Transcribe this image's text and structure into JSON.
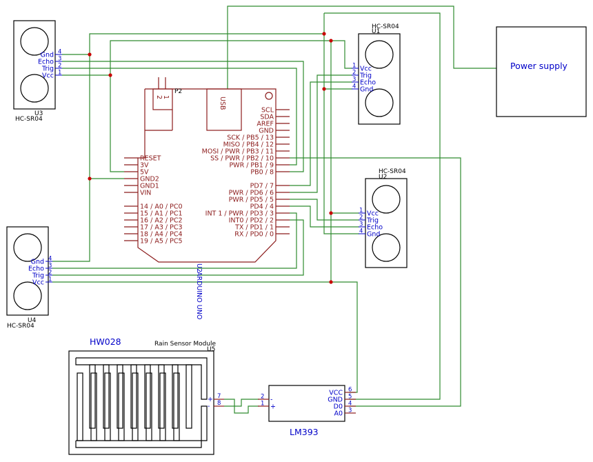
{
  "arduino": {
    "left_pins": [
      "RESET",
      "3V",
      "5V",
      "GND2",
      "GND1",
      "VIN",
      "14 / A0 / PC0",
      "15 / A1 / PC1",
      "16 / A2 / PC2",
      "17 / A3 / PC3",
      "18 / A4 / PC4",
      "19 / A5 / PC5"
    ],
    "right_pins": [
      "SCL",
      "SDA",
      "AREF",
      "GND",
      "SCK / PB5 / 13",
      "MISO / PB4 / 12",
      "MOSI / PWR / PB3 / 11",
      "SS / PWR / PB2 / 10",
      "PWR / PB1 / 9",
      "PB0 / 8",
      "PD7 / 7",
      "PWR / PD6 / 6",
      "PWR / PD5 / 5",
      "PD4 / 4",
      "INT 1 / PWR / PD3 / 3",
      "INT0 / PD2 / 2",
      "TX / PD1 / 1",
      "RX / PD0 / 0"
    ],
    "usb": "USB",
    "ref": "U2",
    "value": "ARDUINO UNO",
    "header_ref": "P2",
    "header_pins": [
      "2",
      "1"
    ]
  },
  "u3": {
    "ref": "U3",
    "value": "HC-SR04",
    "pins": [
      {
        "num": "4",
        "name": "Gnd"
      },
      {
        "num": "3",
        "name": "Echo"
      },
      {
        "num": "2",
        "name": "Trig"
      },
      {
        "num": "1",
        "name": "Vcc"
      }
    ]
  },
  "u4": {
    "ref": "U4",
    "value": "HC-SR04",
    "pins": [
      {
        "num": "4",
        "name": "Gnd"
      },
      {
        "num": "3",
        "name": "Echo"
      },
      {
        "num": "2",
        "name": "Trig"
      },
      {
        "num": "1",
        "name": "Vcc"
      }
    ]
  },
  "u1": {
    "ref": "U1",
    "value": "HC-SR04",
    "pins": [
      {
        "num": "1",
        "name": "Vcc"
      },
      {
        "num": "2",
        "name": "Trig"
      },
      {
        "num": "3",
        "name": "Echo"
      },
      {
        "num": "4",
        "name": "Gnd"
      }
    ]
  },
  "u2s": {
    "ref": "U2",
    "value": "HC-SR04",
    "pins": [
      {
        "num": "1",
        "name": "Vcc"
      },
      {
        "num": "2",
        "name": "Trig"
      },
      {
        "num": "3",
        "name": "Echo"
      },
      {
        "num": "4",
        "name": "Gnd"
      }
    ]
  },
  "power": {
    "label": "Power supply"
  },
  "rain": {
    "title": "HW028",
    "name": "Rain Sensor Module",
    "ref": "U5",
    "pin_nums": [
      "7",
      "8"
    ],
    "pin_marks": [
      "+",
      "-"
    ]
  },
  "lm393": {
    "label": "LM393",
    "right_pins": [
      {
        "num": "6",
        "name": "VCC"
      },
      {
        "num": "5",
        "name": "GND"
      },
      {
        "num": "4",
        "name": "D0"
      },
      {
        "num": "3",
        "name": "A0"
      }
    ],
    "left_pins": [
      {
        "num": "2",
        "mark": "-"
      },
      {
        "num": "1",
        "mark": "+"
      }
    ]
  }
}
